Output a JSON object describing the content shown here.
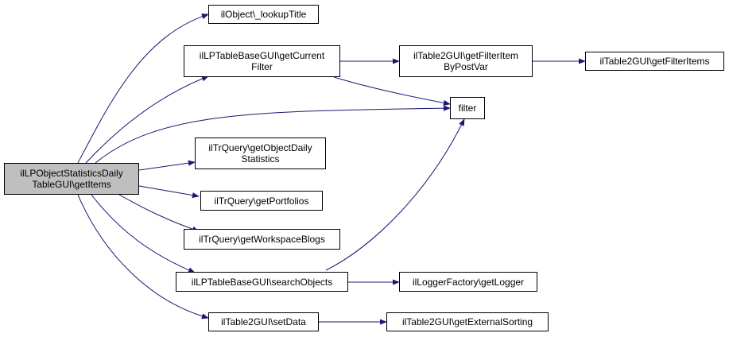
{
  "colors": {
    "edge": "#191970",
    "root_fill": "#bfbfbf",
    "node_fill": "#ffffff",
    "border": "#000000"
  },
  "nodes": {
    "root": [
      "ilLPObjectStatisticsDaily",
      "TableGUI\\getItems"
    ],
    "lookup_title": [
      "ilObject\\_lookupTitle"
    ],
    "get_current_filter": [
      "ilLPTableBaseGUI\\getCurrent",
      "Filter"
    ],
    "get_filter_item_by_post_var": [
      "ilTable2GUI\\getFilterItem",
      "ByPostVar"
    ],
    "get_filter_items": [
      "ilTable2GUI\\getFilterItems"
    ],
    "filter": [
      "filter"
    ],
    "get_object_daily_statistics": [
      "ilTrQuery\\getObjectDaily",
      "Statistics"
    ],
    "get_portfolios": [
      "ilTrQuery\\getPortfolios"
    ],
    "get_workspace_blogs": [
      "ilTrQuery\\getWorkspaceBlogs"
    ],
    "search_objects": [
      "ilLPTableBaseGUI\\searchObjects"
    ],
    "get_logger": [
      "ilLoggerFactory\\getLogger"
    ],
    "set_data": [
      "ilTable2GUI\\setData"
    ],
    "get_external_sorting": [
      "ilTable2GUI\\getExternalSorting"
    ]
  }
}
